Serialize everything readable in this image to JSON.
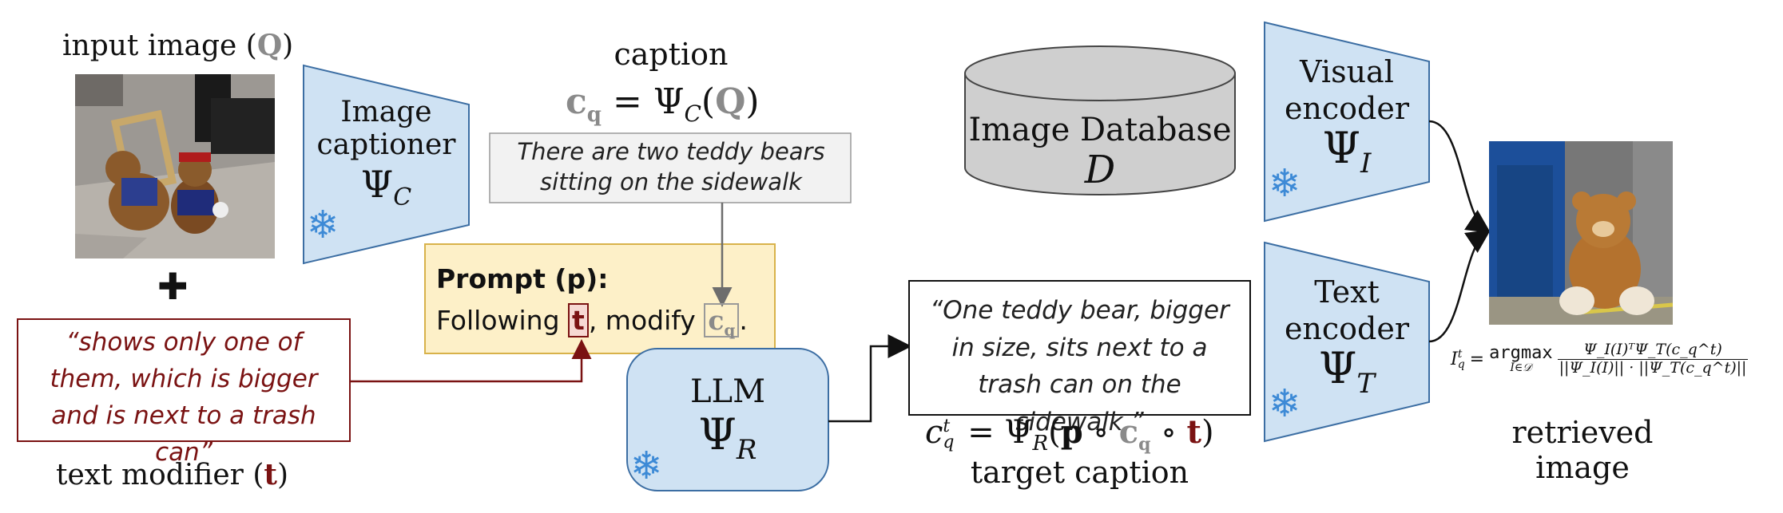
{
  "input_image": {
    "label": "input image",
    "symbol": "Q"
  },
  "captioner": {
    "line1": "Image",
    "line2": "captioner",
    "psi": "Ψ",
    "sub": "C"
  },
  "caption": {
    "heading": "caption",
    "lhs": "c",
    "lhs_sub": "q",
    "eq": "=",
    "psi": "Ψ",
    "psi_sub": "C",
    "arg": "Q",
    "text": "There are two teddy bears sitting on the sidewalk"
  },
  "prompt": {
    "title": "Prompt (p):",
    "following": "Following",
    "t": "t",
    "comma_modify": ", modify",
    "c": "c",
    "c_sub": "q",
    "period": "."
  },
  "plus": "✚",
  "modifier": {
    "text": "“shows only one of them, which is bigger and is next to a trash can”",
    "label_pre": "text modifier (",
    "t": "t",
    "label_post": ")"
  },
  "llm": {
    "label": "LLM",
    "psi": "Ψ",
    "sub": "R"
  },
  "target": {
    "text": "“One teddy bear, bigger in size, sits next to a trash can on the sidewalk.”",
    "formula_lhs": "c",
    "formula_sup": "t",
    "formula_sub": "q",
    "formula_eq": " = Ψ",
    "formula_psisub": "R",
    "formula_open": "(",
    "p": "p",
    "circ1": " ∘ ",
    "c": "c",
    "c_sub": "q",
    "circ2": " ∘ ",
    "t": "t",
    "formula_close": ")",
    "label": "target caption"
  },
  "database": {
    "line1": "Image Database",
    "symbol": "D"
  },
  "visual_encoder": {
    "line1": "Visual",
    "line2": "encoder",
    "psi": "Ψ",
    "sub": "I"
  },
  "text_encoder": {
    "line1": "Text",
    "line2": "encoder",
    "psi": "Ψ",
    "sub": "T"
  },
  "retrieval": {
    "lhs": "I",
    "lhs_sup": "t",
    "lhs_sub": "q",
    "eq": "=",
    "argmax": "argmax",
    "argmax_sub": "I∈𝒟",
    "numerator": "Ψ_I(I)ᵀΨ_T(c_q^t)",
    "denominator": "||Ψ_I(I)|| · ||Ψ_T(c_q^t)||",
    "label": "retrieved image"
  },
  "colors": {
    "module_fill": "#cfe2f3",
    "module_stroke": "#3c6ea3",
    "prompt_fill": "#fdf0c8",
    "prompt_stroke": "#d8b24a",
    "caption_fill": "#f2f2f2",
    "dark_red": "#7a1212",
    "gray_symbol": "#8a8a8a",
    "snowflake": "#3d8ad6"
  },
  "icons": [
    "snowflake-icon",
    "plus-icon",
    "database-cylinder"
  ]
}
